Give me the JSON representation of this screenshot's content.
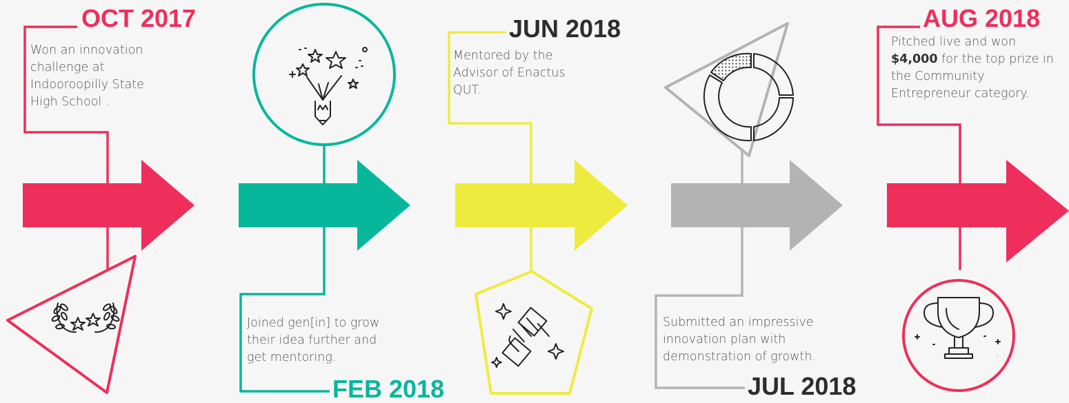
{
  "colors": {
    "red": "#ee2e5b",
    "teal": "#06b79c",
    "yellow": "#eeeb3f",
    "gray": "#b3b3b3",
    "background": "#f6f6f6",
    "text": "#555555"
  },
  "milestones": [
    {
      "date": "OCT 2017",
      "text": "Won an innovation challenge at Indooroopilly State High School .",
      "icon": "laurel-stars-icon",
      "color": "#ee2e5b"
    },
    {
      "date": "FEB 2018",
      "text": "Joined gen[in] to grow their idea further and get mentoring.",
      "icon": "creative-pencil-fireworks-icon",
      "color": "#06b79c"
    },
    {
      "date": "JUN 2018",
      "text": "Mentored by the Advisor of Enactus QUT.",
      "icon": "handshake-icon",
      "color": "#eeeb3f"
    },
    {
      "date": "JUL 2018",
      "text": "Submitted an impressive innovation plan with demonstration of growth.",
      "icon": "donut-chart-icon",
      "color": "#b3b3b3"
    },
    {
      "date": "AUG 2018",
      "text_parts": [
        "Pitched live and won ",
        "$4,000",
        " for the top prize in the Community Entrepreneur category."
      ],
      "icon": "trophy-icon",
      "color": "#ee2e5b"
    }
  ]
}
